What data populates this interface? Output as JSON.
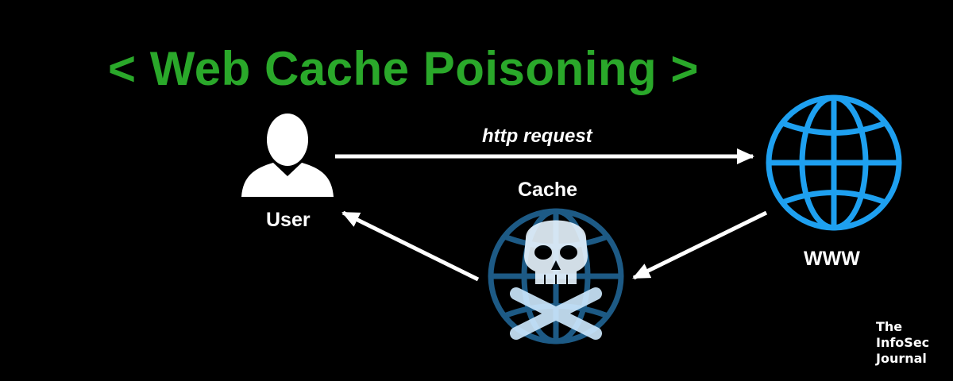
{
  "title": "< Web Cache Poisoning >",
  "labels": {
    "request": "http request",
    "user": "User",
    "cache": "Cache",
    "www": "WWW"
  },
  "brand": {
    "line1": "The",
    "line2": "InfoSec",
    "line3": "Journal"
  },
  "colors": {
    "title": "#2aa82a",
    "globe": "#1ea0f0",
    "cache_globe": "#1d5a85",
    "skull_tint": "#8fd0ff"
  }
}
